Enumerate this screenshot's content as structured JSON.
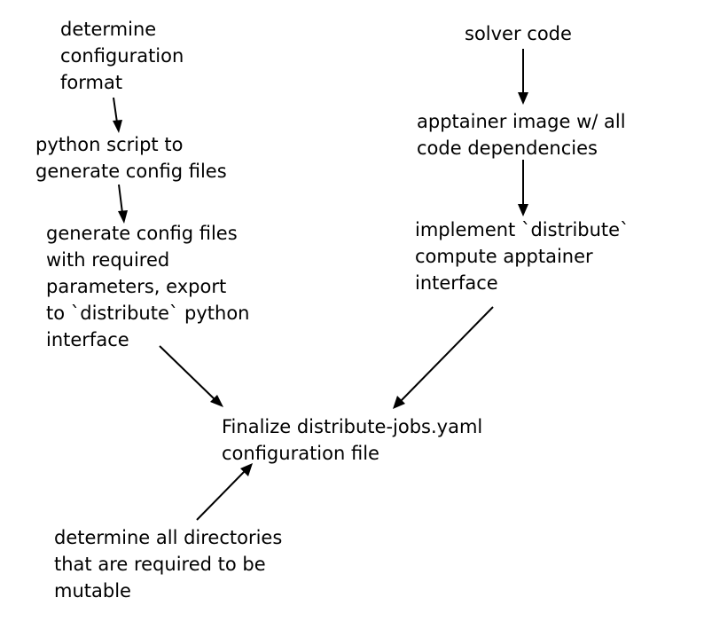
{
  "nodes": {
    "determine_format": {
      "lines": [
        "determine",
        "configuration",
        "format"
      ]
    },
    "python_script": {
      "lines": [
        "python script to",
        "generate config files"
      ]
    },
    "generate_configs": {
      "lines": [
        "generate config files",
        "with required",
        "parameters, export",
        "to `distribute` python",
        "interface"
      ]
    },
    "solver_code": {
      "lines": [
        "solver code"
      ]
    },
    "apptainer_image": {
      "lines": [
        "apptainer image w/ all",
        "code dependencies"
      ]
    },
    "implement_distribute": {
      "lines": [
        "implement `distribute`",
        "compute apptainer",
        "interface"
      ]
    },
    "finalize_yaml": {
      "lines": [
        "Finalize distribute-jobs.yaml",
        "configuration file"
      ]
    },
    "mutable_dirs": {
      "lines": [
        "determine all directories",
        "that are required to be",
        "mutable"
      ]
    }
  },
  "edges": [
    {
      "from": "determine_format",
      "to": "python_script"
    },
    {
      "from": "python_script",
      "to": "generate_configs"
    },
    {
      "from": "solver_code",
      "to": "apptainer_image"
    },
    {
      "from": "apptainer_image",
      "to": "implement_distribute"
    },
    {
      "from": "generate_configs",
      "to": "finalize_yaml"
    },
    {
      "from": "implement_distribute",
      "to": "finalize_yaml"
    },
    {
      "from": "mutable_dirs",
      "to": "finalize_yaml"
    }
  ]
}
